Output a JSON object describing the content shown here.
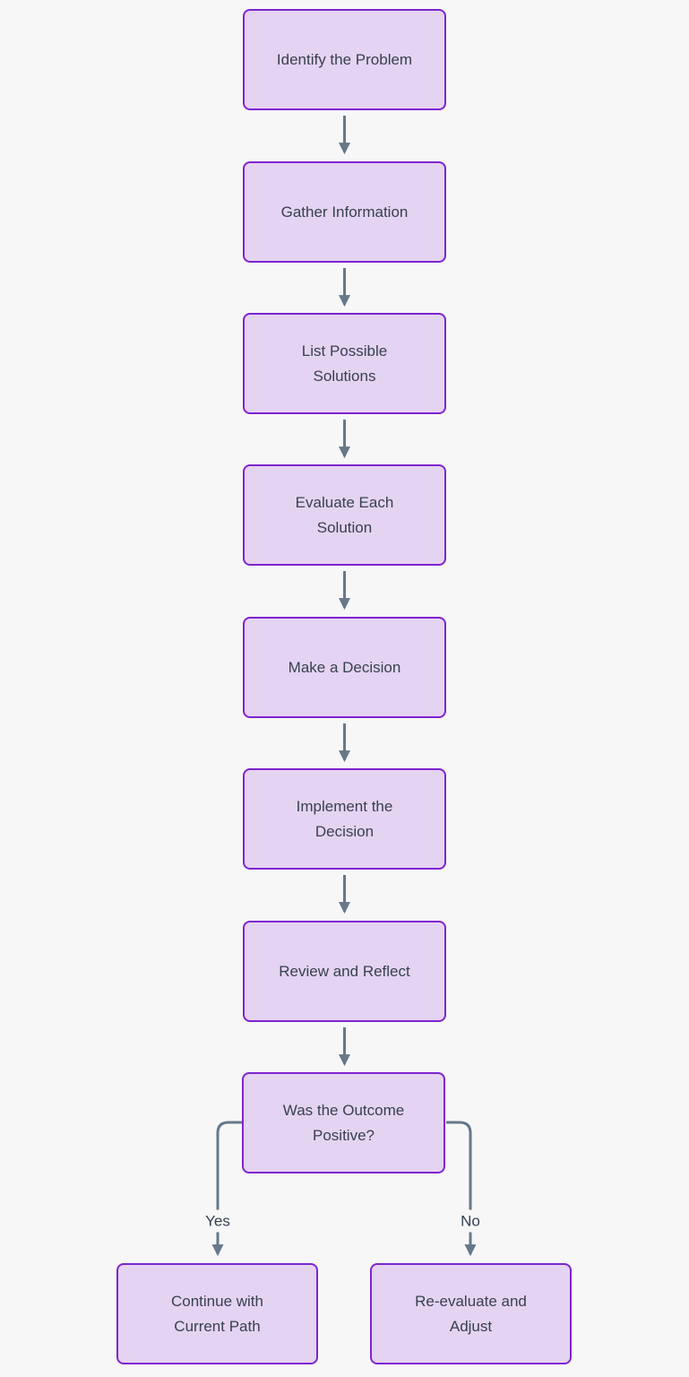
{
  "diagram": {
    "type": "flowchart",
    "direction": "top-down",
    "nodes": [
      {
        "id": "identify",
        "label": "Identify the Problem"
      },
      {
        "id": "gather",
        "label": "Gather Information"
      },
      {
        "id": "list",
        "label": "List Possible\nSolutions"
      },
      {
        "id": "evaluate",
        "label": "Evaluate Each\nSolution"
      },
      {
        "id": "decide",
        "label": "Make a Decision"
      },
      {
        "id": "implement",
        "label": "Implement the\nDecision"
      },
      {
        "id": "review",
        "label": "Review and Reflect"
      },
      {
        "id": "outcome",
        "label": "Was the Outcome\nPositive?"
      },
      {
        "id": "continue",
        "label": "Continue with\nCurrent Path"
      },
      {
        "id": "reevaluate",
        "label": "Re-evaluate and\nAdjust"
      }
    ],
    "edges": [
      {
        "from": "identify",
        "to": "gather"
      },
      {
        "from": "gather",
        "to": "list"
      },
      {
        "from": "list",
        "to": "evaluate"
      },
      {
        "from": "evaluate",
        "to": "decide"
      },
      {
        "from": "decide",
        "to": "implement"
      },
      {
        "from": "implement",
        "to": "review"
      },
      {
        "from": "review",
        "to": "outcome"
      },
      {
        "from": "outcome",
        "to": "continue",
        "label": "Yes"
      },
      {
        "from": "outcome",
        "to": "reevaluate",
        "label": "No"
      }
    ],
    "colors": {
      "background": "#f7f7f8",
      "node_fill": "#e5d3f2",
      "node_border": "#7f24cf",
      "edge": "#66788a",
      "text": "#374151"
    }
  }
}
